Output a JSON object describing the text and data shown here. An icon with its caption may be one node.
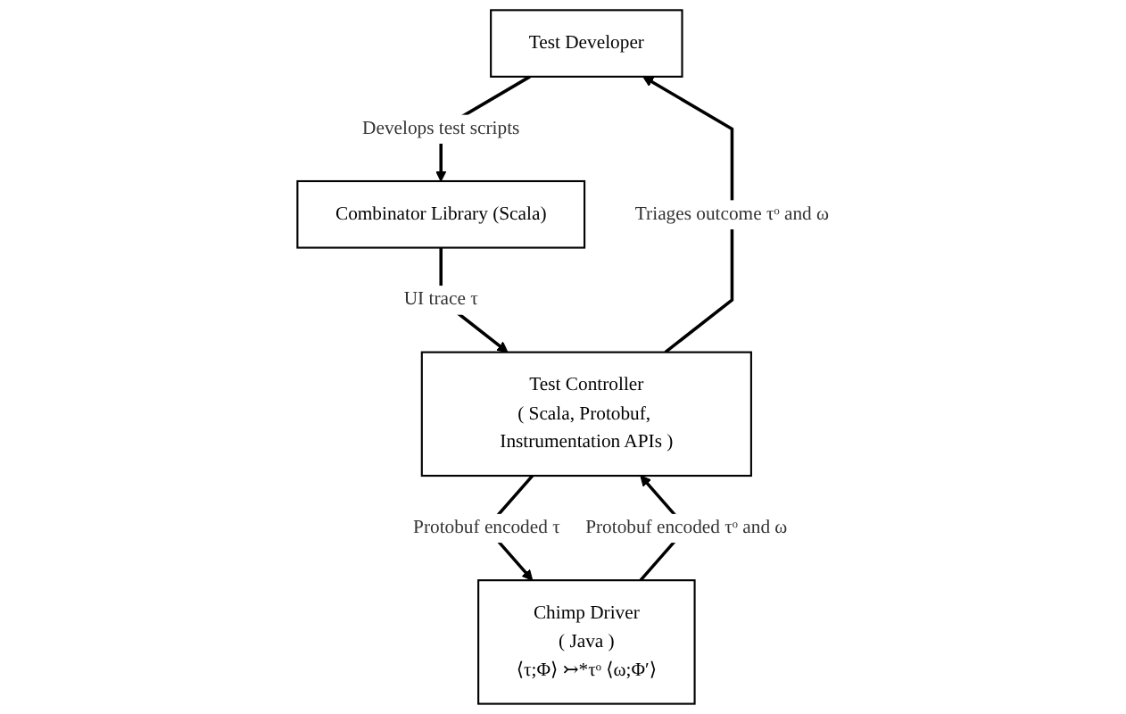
{
  "diagram": {
    "nodes": [
      {
        "text": [
          "Test Developer"
        ]
      },
      {
        "text": [
          "Combinator Library (Scala)"
        ]
      },
      {
        "text": [
          "Test Controller",
          "( Scala, Protobuf, Instrumentation APIs )"
        ]
      },
      {
        "text": [
          "Chimp Driver",
          "( Java )",
          "⟨τ;Φ⟩ ↣*τᵒ ⟨ω;Φ′⟩"
        ]
      }
    ],
    "edges": [
      {
        "from": 0,
        "to": 1,
        "arrow": "to",
        "label": "Develops test scripts"
      },
      {
        "from": 1,
        "to": 2,
        "arrow": "to",
        "label": "UI trace τ"
      },
      {
        "from": 2,
        "to": 0,
        "arrow": "to",
        "label": "Triages outcome τᵒ and ω"
      },
      {
        "from": 2,
        "to": 3,
        "arrow": "to",
        "label": "Protobuf encoded τ"
      },
      {
        "from": 3,
        "to": 2,
        "arrow": "to",
        "label": "Protobuf encoded τᵒ and ω"
      }
    ]
  }
}
